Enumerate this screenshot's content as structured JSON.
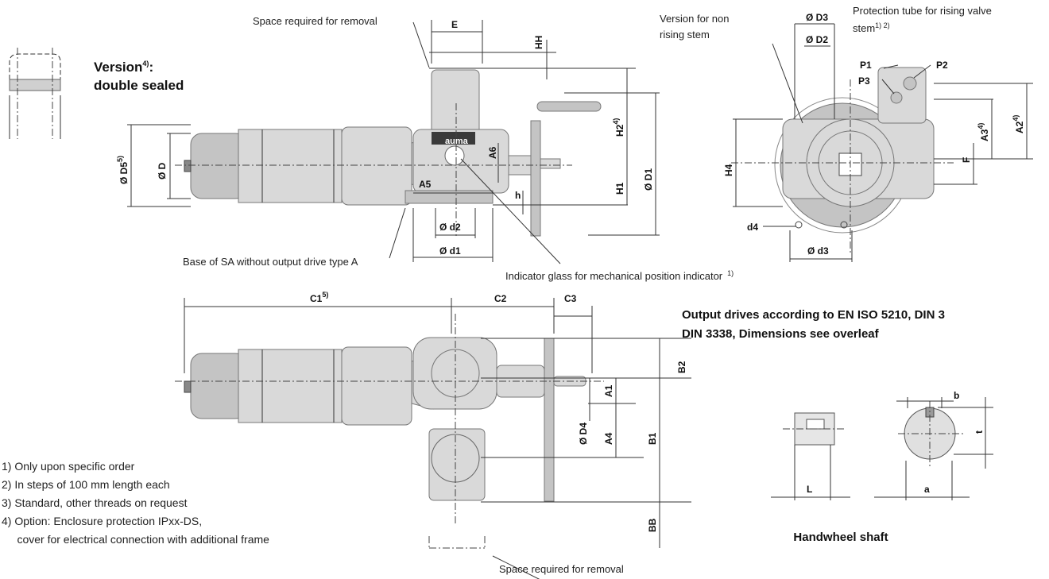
{
  "labels": {
    "space_top": "Space required for removal",
    "space_bottom": "Space required for removal",
    "version_nonrising": "Version for non",
    "version_nonrising2": "rising stem",
    "protection_tube": "Protection tube for rising valve",
    "protection_tube2": "stem",
    "protection_tube_sup": "1) 2)",
    "version_ds": "Version",
    "version_ds_sup": "4)",
    "version_ds_colon": ":",
    "double_sealed": "double sealed",
    "base_sa": "Base of SA without output drive type A",
    "indicator_glass": "Indicator glass for mechanical position indicator",
    "indicator_glass_sup": "1)",
    "output_drives_1": "Output drives according to EN ISO 5210, DIN 3",
    "output_drives_2": "DIN 3338, Dimensions see overleaf",
    "handwheel_shaft": "Handwheel shaft",
    "logo": "auma"
  },
  "dims": {
    "E": "E",
    "HH": "HH",
    "H2": "H2",
    "H2_sup": "4)",
    "D1": "Ø D1",
    "H1": "H1",
    "A6": "A6",
    "A5": "A5",
    "h": "h",
    "d2": "Ø d2",
    "d1": "Ø d1",
    "D5": "Ø D5",
    "D5_sup": "5)",
    "D": "Ø D",
    "D3": "Ø D3",
    "D2": "Ø D2",
    "P1": "P1",
    "P2": "P2",
    "P3": "P3",
    "A3": "A3",
    "A3_sup": "4)",
    "A2": "A2",
    "A2_sup": "4)",
    "F": "F",
    "H4": "H4",
    "d4": "d4",
    "d3": "Ø d3",
    "C1": "C1",
    "C1_sup": "5)",
    "C2": "C2",
    "C3": "C3",
    "B2": "B2",
    "A1": "A1",
    "A4": "A4",
    "D4": "Ø D4",
    "B1": "B1",
    "BB": "BB",
    "b": "b",
    "t": "t",
    "L": "L",
    "a": "a"
  },
  "footnotes": [
    "1) Only upon specific order",
    "2) In steps of 100 mm length each",
    "3)  Standard, other threads on request",
    "4) Option: Enclosure protection IPxx-DS,",
    "     cover for electrical connection with additional frame"
  ]
}
